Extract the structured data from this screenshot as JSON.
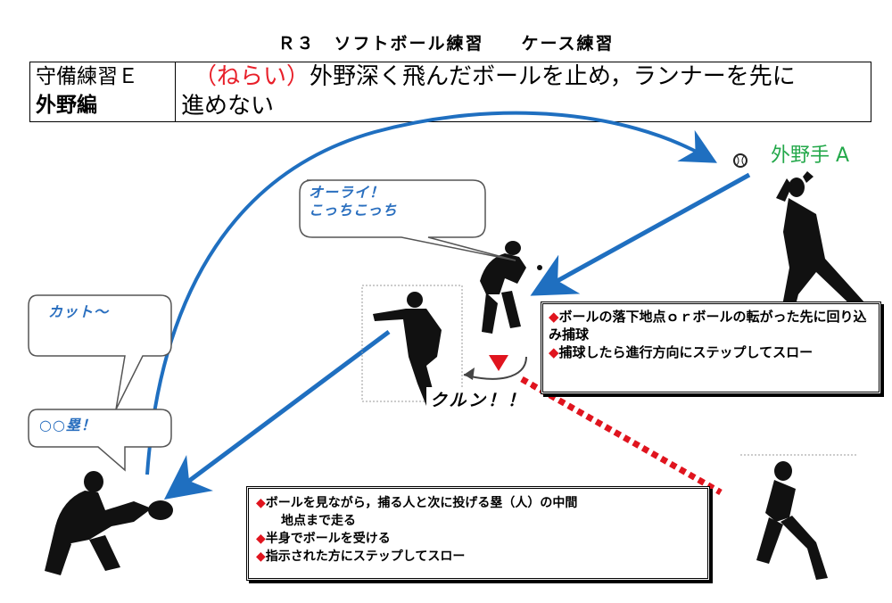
{
  "title": "Ｒ３　ソフトボール練習　　ケース練習",
  "header": {
    "left_line1": "守備練習Ｅ",
    "left_line2": "外野編",
    "aim_label": "（ねらい）",
    "aim_text_line1": "外野深く飛んだボールを止め，ランナーを先に",
    "aim_text_line2": "進めない"
  },
  "labels": {
    "outfielder_a": "外野手 A",
    "kurun": "クルン！！"
  },
  "bubbles": {
    "allright_line1": "オーライ！",
    "allright_line2": "こっちこっち",
    "cut": "カット～",
    "base": "○○塁！"
  },
  "instructions_right": [
    {
      "bullet": "◆",
      "text": "ボールの落下地点ｏｒボールの転がった先に回り込み捕球"
    },
    {
      "bullet": "◆",
      "text": "捕球したら進行方向にステップしてスロー"
    }
  ],
  "instructions_bottom": [
    {
      "bullet": "◆",
      "text": "ボールを見ながら，捕る人と次に投げる塁（人）の中間"
    },
    {
      "bullet": "",
      "text": "地点まで走る"
    },
    {
      "bullet": "◆",
      "text": "半身でボールを受ける"
    },
    {
      "bullet": "◆",
      "text": "指示された方にステップしてスロー"
    }
  ],
  "colors": {
    "arrow_blue": "#1f6fc0",
    "red": "#e0141e",
    "green": "#23a84a",
    "bubble_text": "#2a6fbf"
  },
  "icons": [
    "softball-icon",
    "player-silhouette"
  ]
}
